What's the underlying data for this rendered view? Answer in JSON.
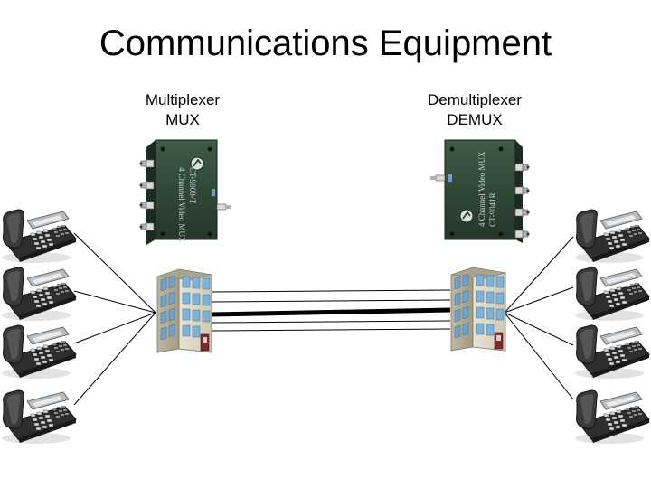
{
  "title": "Communications Equipment",
  "mux": {
    "line1": "Multiplexer",
    "line2": "MUX",
    "device_text": "4 Channel Video MUX",
    "model": "CT-9008-T"
  },
  "demux": {
    "line1": "Demultiplexer",
    "line2": "DEMUX",
    "device_text": "4 Channel Video MUX",
    "model": "CT-9041R"
  }
}
